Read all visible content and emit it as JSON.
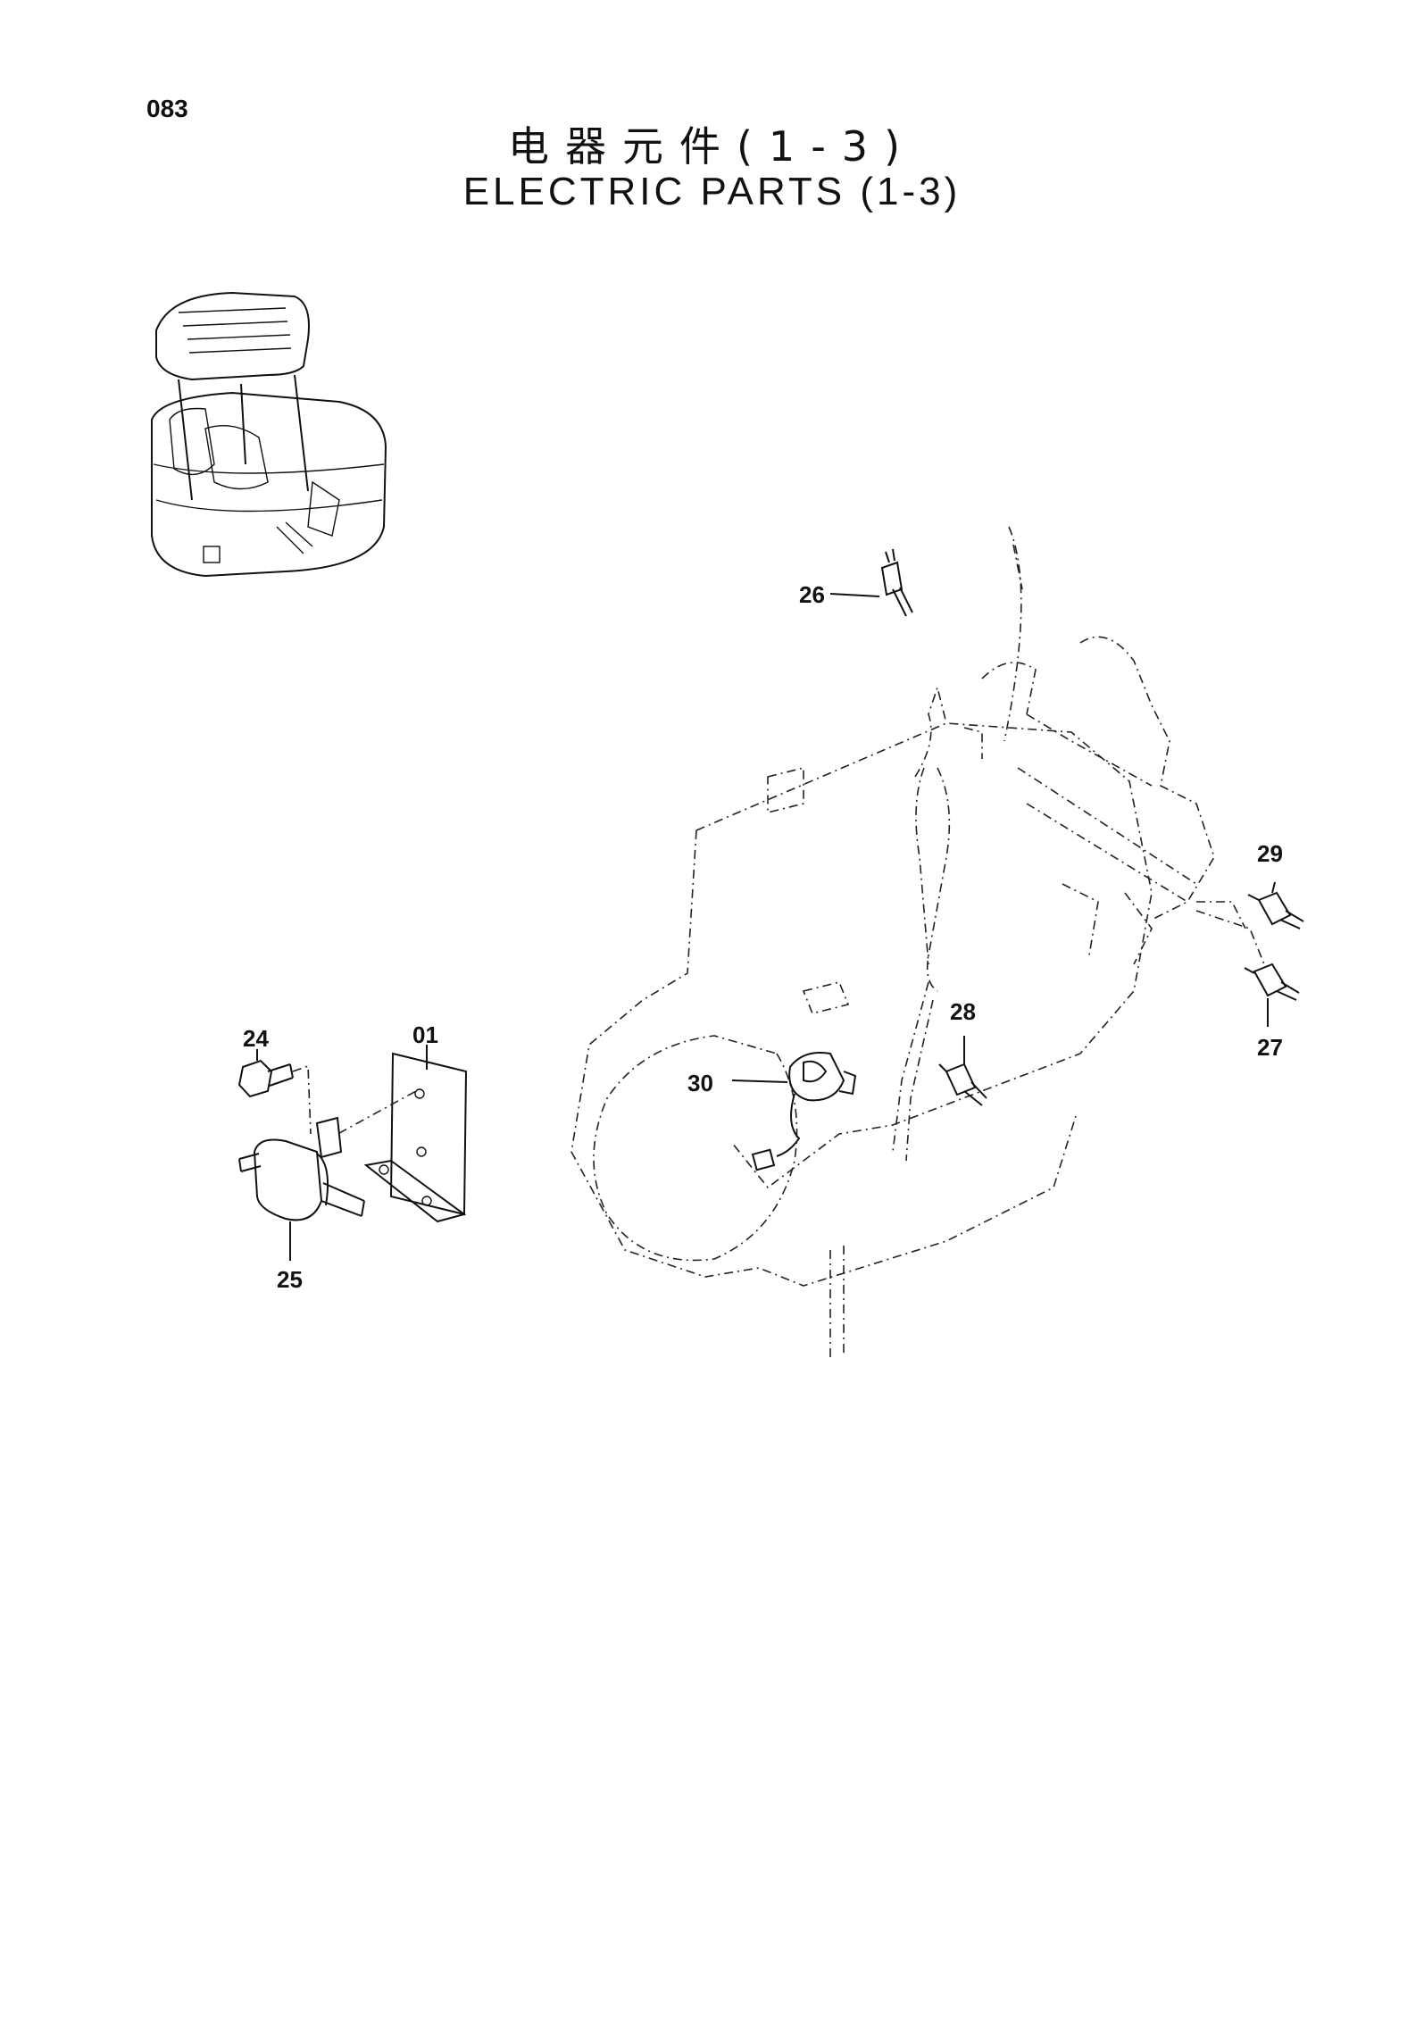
{
  "header": {
    "page_number": "083",
    "title_cn": "电器元件(1-3)",
    "title_en": "ELECTRIC PARTS (1-3)"
  },
  "callouts": [
    {
      "id": "c24",
      "label": "24"
    },
    {
      "id": "c01",
      "label": "01"
    },
    {
      "id": "c25",
      "label": "25"
    },
    {
      "id": "c26",
      "label": "26"
    },
    {
      "id": "c28",
      "label": "28"
    },
    {
      "id": "c30",
      "label": "30"
    },
    {
      "id": "c29",
      "label": "29"
    },
    {
      "id": "c27",
      "label": "27"
    }
  ]
}
